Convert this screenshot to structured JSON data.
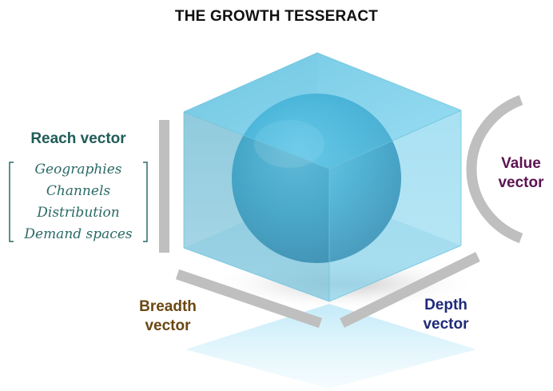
{
  "title": "THE GROWTH TESSERACT",
  "colors": {
    "reach": "#1f5c57",
    "value": "#5c1450",
    "breadth": "#6b4712",
    "depth": "#1f2a78",
    "cube_face": "#4cbcdc",
    "sphere": "#1a88b4",
    "bar": "#bfbfbf"
  },
  "reach": {
    "label_line1": "Reach vector",
    "items": [
      "Geographies",
      "Channels",
      "Distribution",
      "Demand spaces"
    ]
  },
  "value": {
    "label_line1": "Value",
    "label_line2": "vector"
  },
  "breadth": {
    "label_line1": "Breadth",
    "label_line2": "vector"
  },
  "depth": {
    "label_line1": "Depth",
    "label_line2": "vector"
  }
}
